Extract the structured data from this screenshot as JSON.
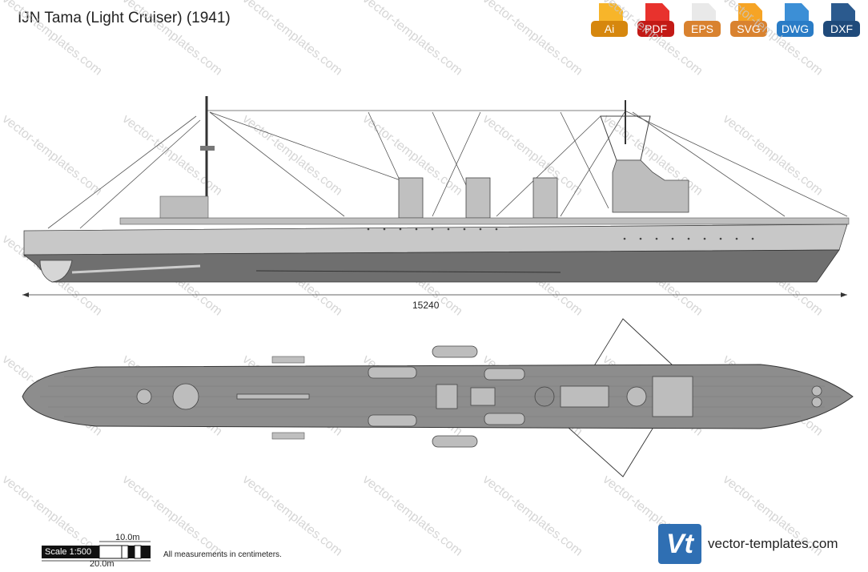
{
  "title": "IJN Tama (Light Cruiser) (1941)",
  "formats": [
    {
      "id": "ai",
      "label": "Ai"
    },
    {
      "id": "pdf",
      "label": "PDF"
    },
    {
      "id": "eps",
      "label": "EPS"
    },
    {
      "id": "svg",
      "label": "SVG"
    },
    {
      "id": "dwg",
      "label": "DWG"
    },
    {
      "id": "dxf",
      "label": "DXF"
    }
  ],
  "dimension": "15240",
  "scale": {
    "label": "Scale 1:500",
    "small": "10.0m",
    "large": "20.0m"
  },
  "note": "All measurements in centimeters.",
  "brand": {
    "logo": "Vt",
    "site": "vector-templates.com"
  },
  "watermark": "vector-templates.com",
  "colors": {
    "hull_upper": "#c8c8c8",
    "hull_lower": "#6f6f6f",
    "deck": "#8d8d8d"
  }
}
